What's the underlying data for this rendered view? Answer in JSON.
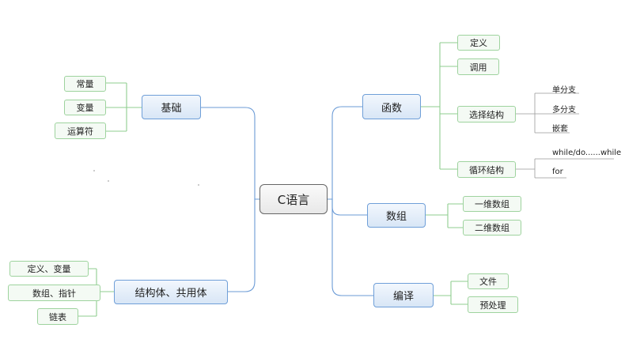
{
  "root": "C语言",
  "left_branches": [
    {
      "label": "基础",
      "children": [
        "常量",
        "变量",
        "运算符"
      ]
    },
    {
      "label": "结构体、共用体",
      "children": [
        "定义、变量",
        "数组、指针",
        "链表"
      ]
    }
  ],
  "right_branches": [
    {
      "label": "函数",
      "children": [
        {
          "label": "定义"
        },
        {
          "label": "调用"
        },
        {
          "label": "选择结构",
          "children": [
            "单分支",
            "多分支",
            "嵌套"
          ]
        },
        {
          "label": "循环结构",
          "children": [
            "while/do......while",
            "for"
          ]
        }
      ]
    },
    {
      "label": "数组",
      "children": [
        {
          "label": "一维数组"
        },
        {
          "label": "二维数组"
        }
      ]
    },
    {
      "label": "编译",
      "children": [
        {
          "label": "文件"
        },
        {
          "label": "预处理"
        }
      ]
    }
  ],
  "colors": {
    "level1_border": "#6f9fd8",
    "level1_connector": "#6b9bd6",
    "level2_border": "#9ed39e",
    "root_border": "#666666"
  }
}
